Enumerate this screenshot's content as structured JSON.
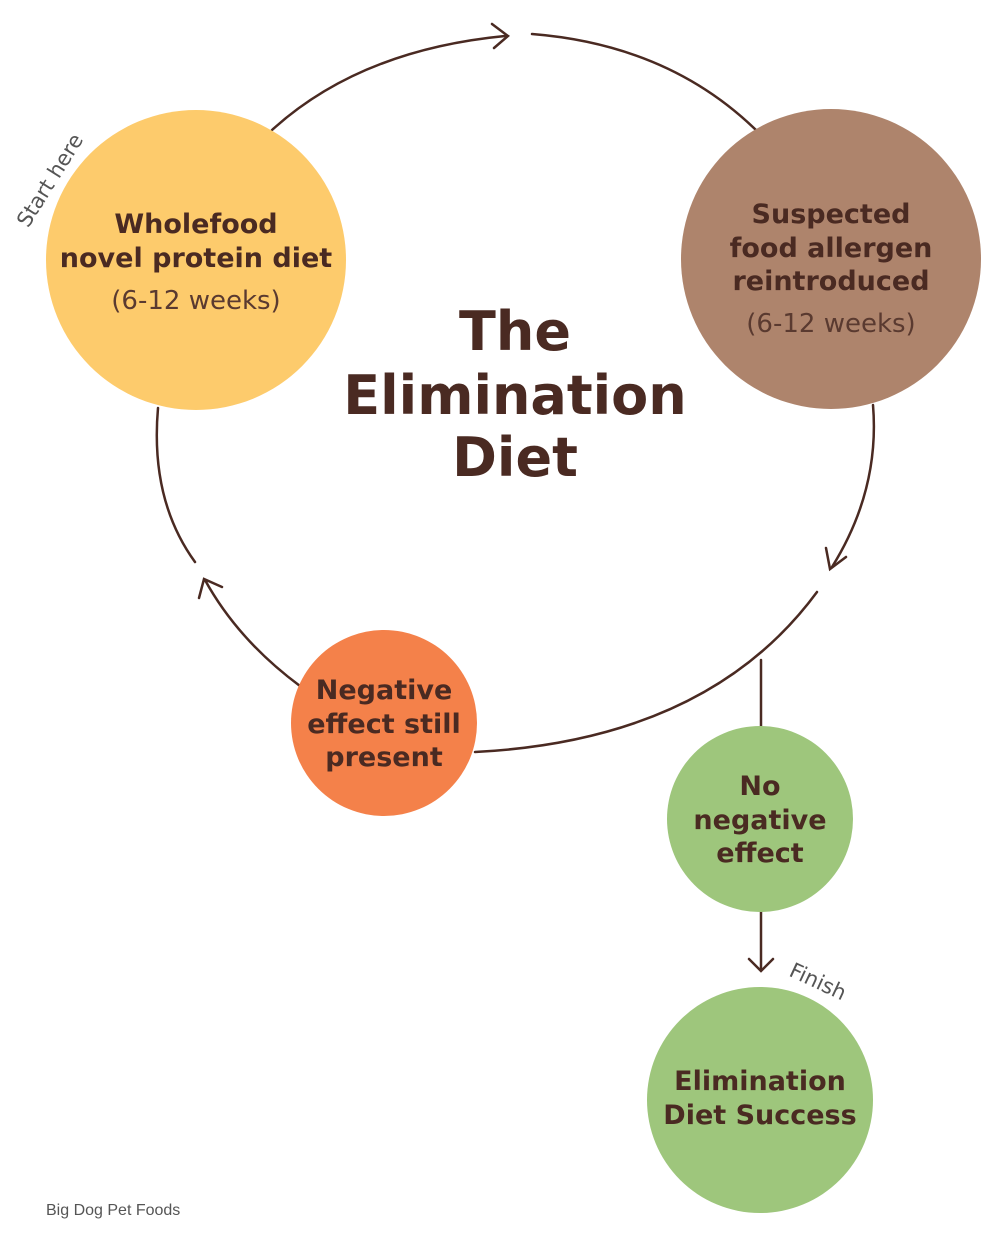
{
  "title": {
    "line1": "The",
    "line2": "Elimination",
    "line3": "Diet"
  },
  "nodes": {
    "wholefood": {
      "line1": "Wholefood",
      "line2": "novel protein diet",
      "sub": "(6-12 weeks)"
    },
    "reintroduced": {
      "line1": "Suspected",
      "line2": "food allergen",
      "line3": "reintroduced",
      "sub": "(6-12 weeks)"
    },
    "negative_present": {
      "line1": "Negative",
      "line2": "effect still",
      "line3": "present"
    },
    "no_negative": {
      "line1": "No",
      "line2": "negative",
      "line3": "effect"
    },
    "success": {
      "line1": "Elimination",
      "line2": "Diet Success"
    }
  },
  "labels": {
    "start": "Start here",
    "finish": "Finish"
  },
  "brand": "Big Dog Pet Foods",
  "colors": {
    "text": "#4a2a22",
    "line": "#4a2a22",
    "wholefood": "#fdcb6c",
    "reintroduced": "#ae846c",
    "negative_present": "#f4814a",
    "green": "#9ec67c",
    "sub_text": "#5a3a30",
    "label_text": "#555555"
  }
}
